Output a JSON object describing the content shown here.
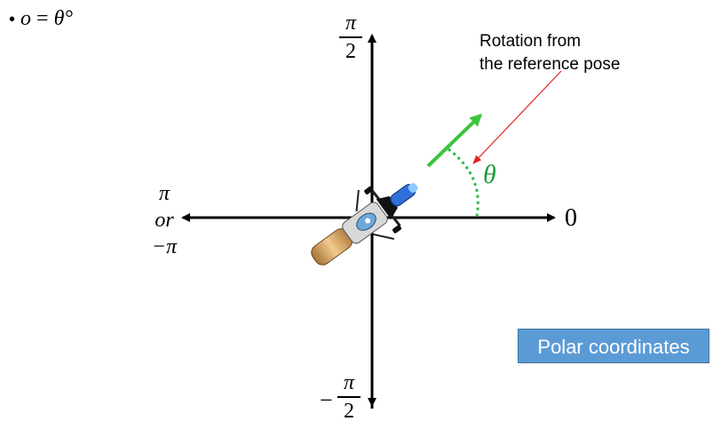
{
  "bullet": {
    "symbol": "•",
    "lhs": "o",
    "equals": "=",
    "rhs": "θ°"
  },
  "axes": {
    "top": {
      "num": "π",
      "den": "2",
      "sign": ""
    },
    "bottom": {
      "num": "π",
      "den": "2",
      "sign": "−"
    },
    "left": {
      "line1": "π",
      "line2": "or",
      "line3": "−π"
    },
    "right": "0"
  },
  "angle_symbol": "θ",
  "annotation": {
    "line1": "Rotation from",
    "line2": "the reference pose"
  },
  "badge": "Polar coordinates",
  "colors": {
    "axis": "#000000",
    "heading_arrow": "#3cc43c",
    "angle_arc": "#2db84a",
    "pointer_arrow": "#e02020",
    "badge_bg": "#5b9bd5",
    "theta": "#1f9b3a"
  },
  "icons": {
    "vehicle": "motorcycle-top-view-icon"
  }
}
